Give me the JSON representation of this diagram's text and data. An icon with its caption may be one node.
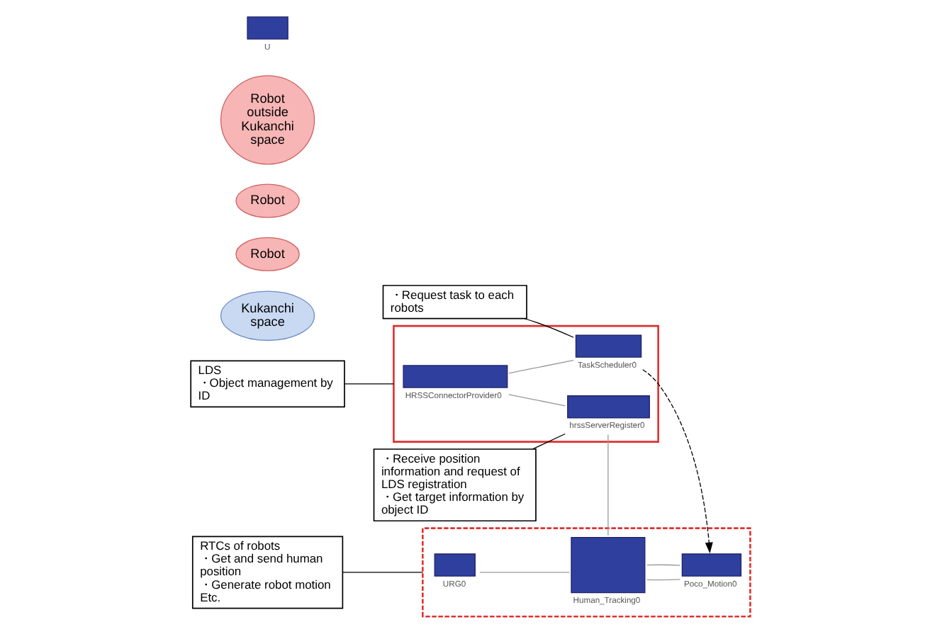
{
  "diagram": {
    "nodes": [
      {
        "text": [
          "・Request task to each robots"
        ]
      },
      {
        "text": [],
        "shape": "box"
      },
      {
        "text": [
          "HRSSConnectorProvider0"
        ],
        "in": 1
      },
      {
        "text": [
          "TaskScheduler0"
        ],
        "in": 1
      },
      {
        "text": [
          "hrssServerRegister0"
        ],
        "in": 1
      },
      {
        "text": [
          "LDS",
          "・Object management by ID"
        ]
      },
      {
        "text": [
          "Kukanchi space"
        ]
      },
      {
        "text": [
          "Robot"
        ]
      },
      {
        "text": [
          "Robot"
        ]
      },
      {
        "text": [
          "Robot outside Kukanchi space"
        ]
      },
      {
        "text": [],
        "shape": "box"
      },
      {
        "text": [
          "U"
        ]
      },
      {
        "text": [
          "URG0"
        ],
        "in": 10
      },
      {
        "text": [
          "Human_Tracking0"
        ],
        "in": 10
      },
      {
        "text": [
          "Poco_Motion0"
        ],
        "in": 10
      },
      {
        "text": [
          "RTCs of robots",
          "・Get and send human position",
          "・Generate robot motion",
          "Etc."
        ]
      },
      {
        "text": [
          "・Receive position information and request of LDS registration",
          "・Get target information by object ID"
        ]
      }
    ],
    "edges": [
      {
        "from": 0,
        "to": 3,
        "arrow": "none",
        "color": "#000000"
      },
      {
        "from": 5,
        "to": 1,
        "arrow": "none",
        "color": "#000000"
      },
      {
        "from": 2,
        "to": 4,
        "arrow": "none"
      },
      {
        "from": 2,
        "to": 3,
        "arrow": "none"
      },
      {
        "from": 3,
        "to": 14,
        "arrow": "to",
        "style": "dashed",
        "color": "#000000"
      },
      {
        "from": 12,
        "to": 13,
        "arrow": "none"
      },
      {
        "from": 13,
        "to": 14,
        "arrow": "none"
      },
      {
        "from": 13,
        "to": 14,
        "arrow": "none"
      },
      {
        "from": 13,
        "to": 4,
        "arrow": "none"
      },
      {
        "from": 15,
        "to": 10,
        "arrow": "none",
        "color": "#000000"
      },
      {
        "from": 16,
        "to": 4,
        "arrow": "none",
        "color": "#000000"
      }
    ]
  }
}
